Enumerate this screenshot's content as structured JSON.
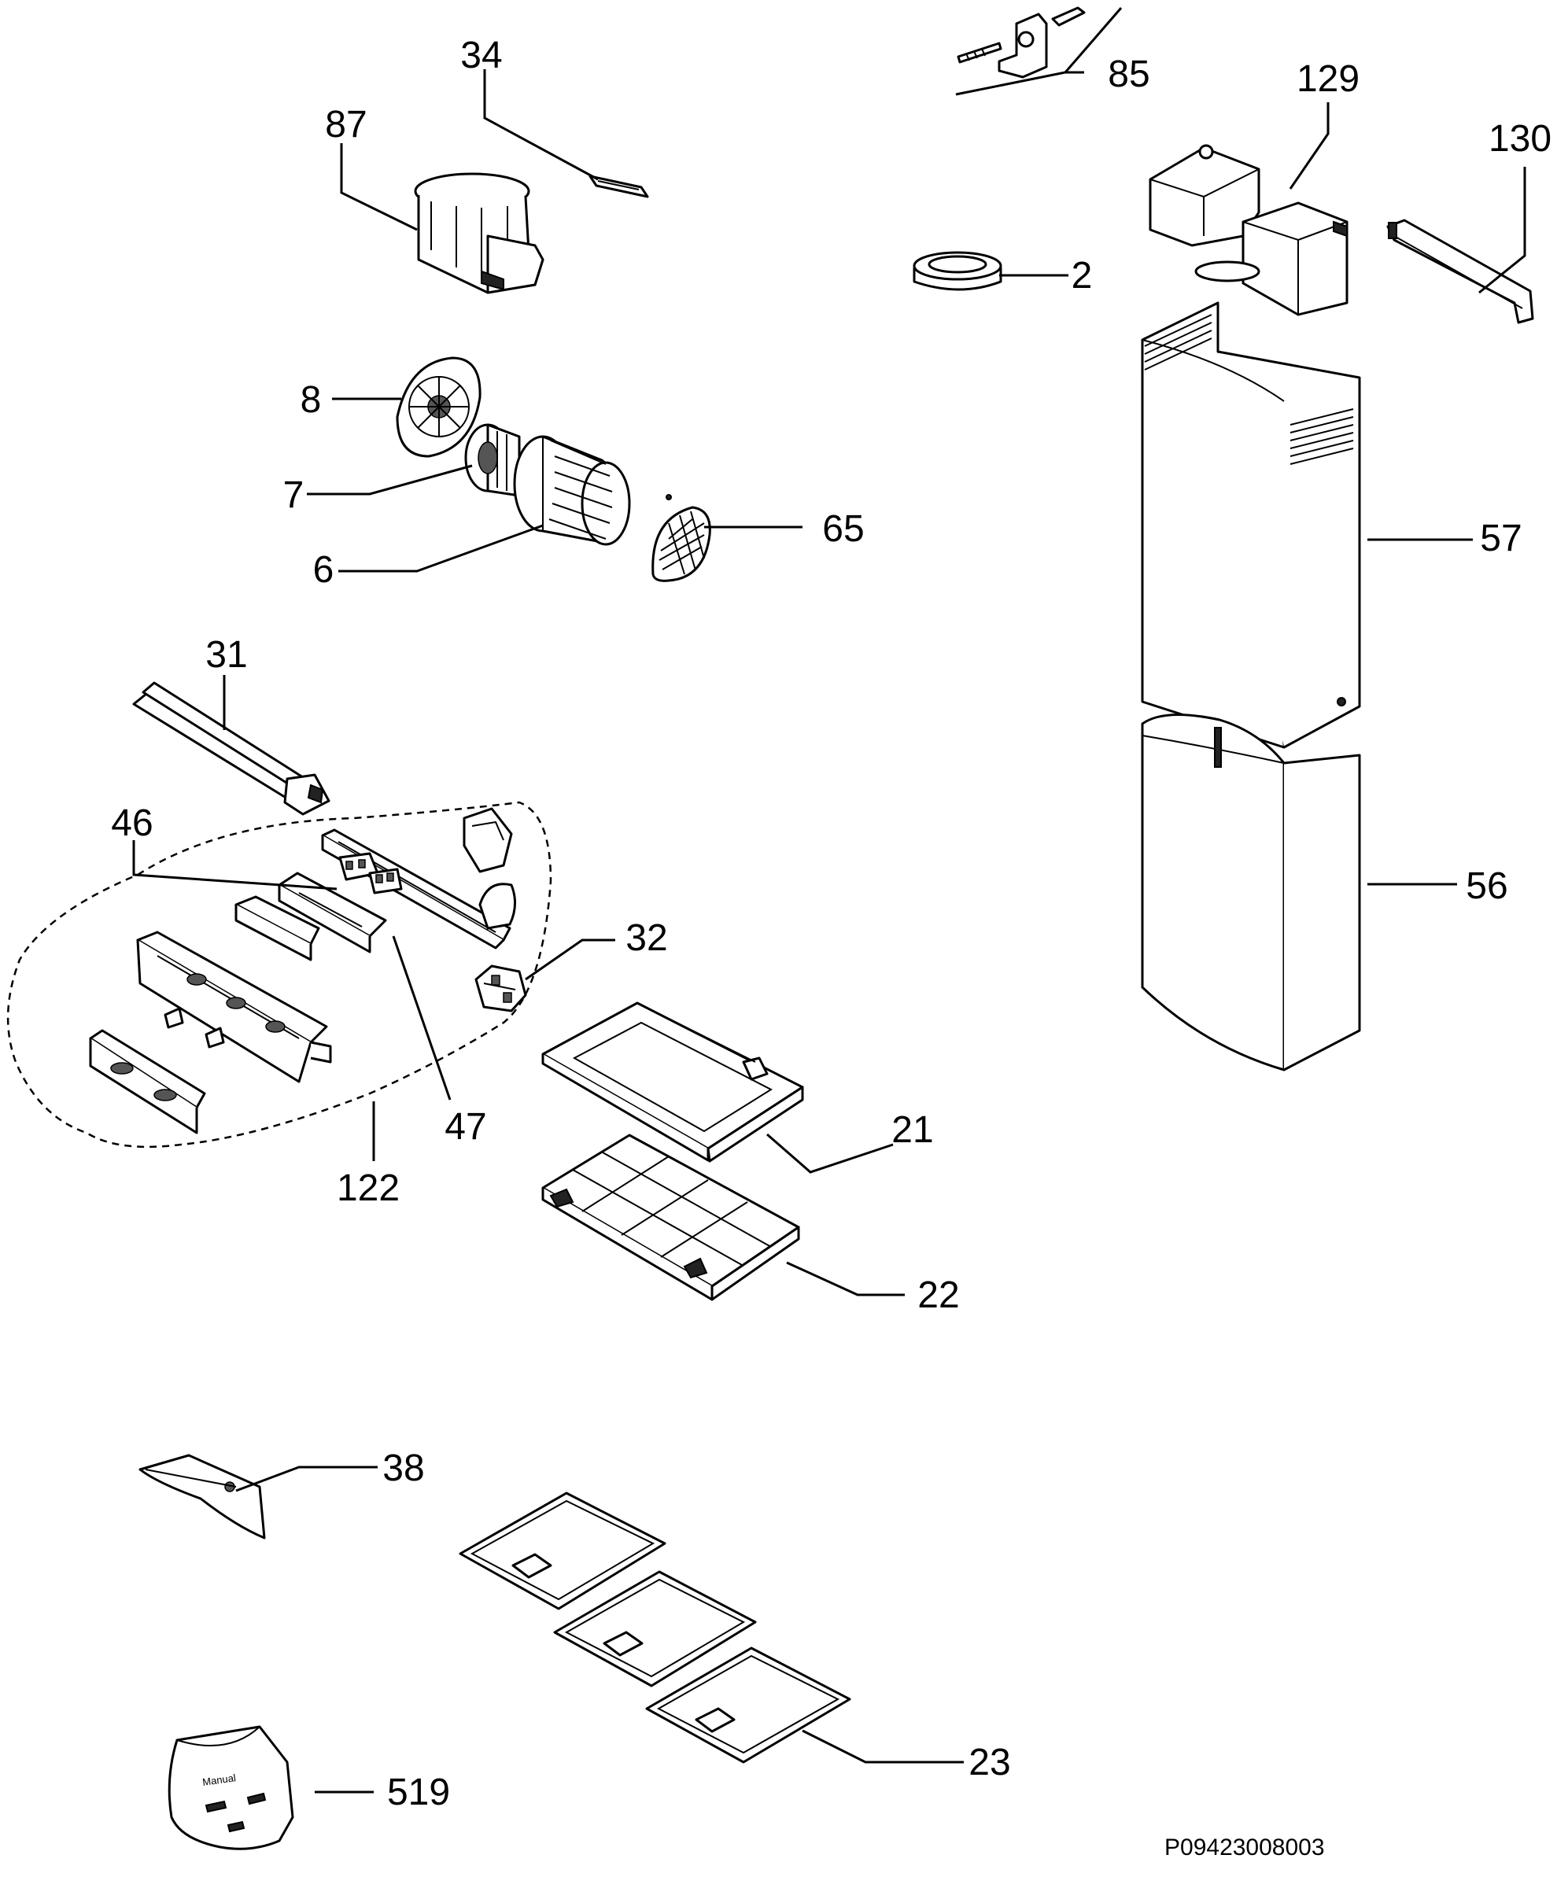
{
  "labels": {
    "p34": "34",
    "p87": "87",
    "p85": "85",
    "p129": "129",
    "p130": "130",
    "p2": "2",
    "p8": "8",
    "p7": "7",
    "p6": "6",
    "p65": "65",
    "p57": "57",
    "p31": "31",
    "p46": "46",
    "p32": "32",
    "p56": "56",
    "p47": "47",
    "p122": "122",
    "p21": "21",
    "p22": "22",
    "p38": "38",
    "p23": "23",
    "p519": "519"
  },
  "drawing_code": "P09423008003",
  "manual_text": "Manual"
}
